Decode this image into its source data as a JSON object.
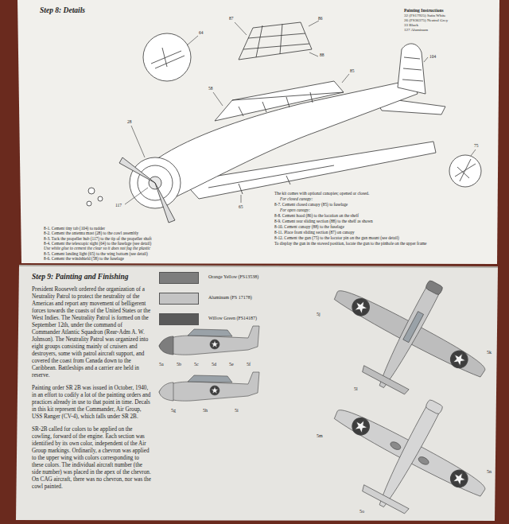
{
  "diagram": {
    "nodes": [
      {
        "text": [
          "Step 8: Details"
        ]
      },
      {
        "text": [
          "Step 9: Painting and Finishing"
        ]
      }
    ],
    "labels": [
      "Painting Instructions",
      "32 (FS17925) Satin White",
      "26 (FS36375) Neutral Grey",
      "33 Black",
      "127 Aluminum",
      "8-1. Cement tiny tab (104) to rudder",
      "8-2. Cement the antenna mast (28) to the cowl assembly",
      "8-3. Tack the propeller hub (117) to the tip of the propeller shaft",
      "8-4. Cement the telescopic sight (64) to the fuselage (see detail)",
      "Use white glue to cement the clear so it does not fog the plastic",
      "8-5. Cement landing light (65) to the wing bottom (see detail)",
      "8-6. Cement the windshield (58) to the fuselage",
      "The kit comes with optional canopies; opened or closed.",
      "For closed canopy:",
      "8-7. Cement closed canopy (85) to fuselage",
      "For open canopy:",
      "8-8. Cement hood (86) to the location on the shelf",
      "8-9. Cement rear sliding section (88) to the shelf as shown",
      "8-10. Cement canopy (88) to the fuselage",
      "8-11. Place front sliding section (87) on canopy",
      "8-12. Cement the gun (75) to the locator pin on the gun mount (see detail)",
      "To display the gun in the stowed position, locate the gun to the pinhole on the upper frame",
      "104",
      "28",
      "117",
      "64",
      "65",
      "58",
      "85",
      "86",
      "87",
      "88",
      "75",
      "President Roosevelt ordered the organization of a Neutrality Patrol to protect the neutrality of the Americas and report any movement of belligerent forces towards the coasts of the United States or the West Indies. The Neutrality Patrol is formed on the September 12th, under the command of Commander Atlantic Squadron (Rear-Adm A. W. Johnson). The Neutrality Patrol was organized into eight groups consisting mainly of cruisers and destroyers, some with patrol aircraft support, and covered the coast from Canada down to the Caribbean. Battleships and a carrier are held in reserve.",
      "Painting order SR 2B was issued in October, 1940, in an effort to codify a lot of the painting orders and practices already in use to that point in time. Decals in this kit represent the Commander, Air Group, USS Ranger (CV-4), which falls under SR 2B.",
      "SR-2B called for colors to be applied on the cowling, forward of the engine. Each section was identified by its own color, independent of the Air Group markings. Ordinarily, a chevron was applied to the upper wing with colors corresponding to these colors. The individual aircraft number (the side number) was placed in the apex of the chevron. On CAG aircraft, there was no chevron, nor was the cowl painted.",
      "5a",
      "5b",
      "5c",
      "5d",
      "5e",
      "5f",
      "5g",
      "5h",
      "5i",
      "5j",
      "5k",
      "5l",
      "5m",
      "5n",
      "5o"
    ],
    "legend": [
      {
        "text": "Orange Yellow (FS13538)",
        "color": "#7d7d7d"
      },
      {
        "text": "Aluminum (FS 17178)",
        "color": "#c4c4c4"
      },
      {
        "text": "Willow Green (FS14187)",
        "color": "#5a5a5a"
      }
    ]
  }
}
